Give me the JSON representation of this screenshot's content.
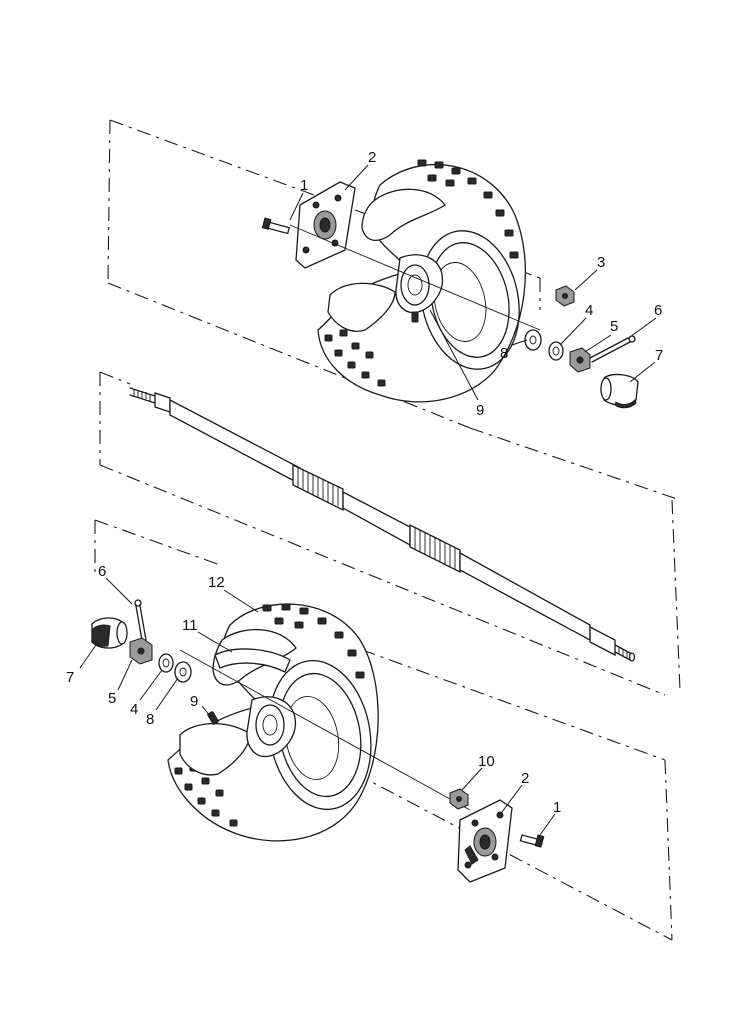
{
  "callouts": [
    {
      "id": "c-top-1",
      "text": "1"
    },
    {
      "id": "c-top-2",
      "text": "2"
    },
    {
      "id": "c-top-3",
      "text": "3"
    },
    {
      "id": "c-top-4",
      "text": "4"
    },
    {
      "id": "c-top-5",
      "text": "5"
    },
    {
      "id": "c-top-6",
      "text": "6"
    },
    {
      "id": "c-top-7",
      "text": "7"
    },
    {
      "id": "c-top-8",
      "text": "8"
    },
    {
      "id": "c-top-9",
      "text": "9"
    },
    {
      "id": "c-bot-6",
      "text": "6"
    },
    {
      "id": "c-bot-7",
      "text": "7"
    },
    {
      "id": "c-bot-5",
      "text": "5"
    },
    {
      "id": "c-bot-4",
      "text": "4"
    },
    {
      "id": "c-bot-8",
      "text": "8"
    },
    {
      "id": "c-bot-9",
      "text": "9"
    },
    {
      "id": "c-bot-11",
      "text": "11"
    },
    {
      "id": "c-bot-12",
      "text": "12"
    },
    {
      "id": "c-bot-10",
      "text": "10"
    },
    {
      "id": "c-bot-2",
      "text": "2"
    },
    {
      "id": "c-bot-1",
      "text": "1"
    }
  ]
}
